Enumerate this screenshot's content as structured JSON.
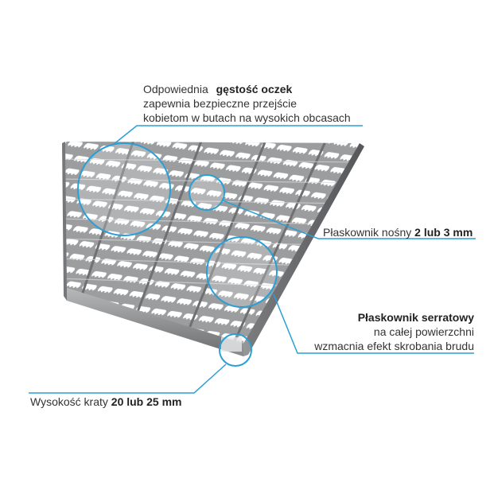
{
  "callouts": {
    "mesh_density": {
      "line1_normal": "Odpowiednia",
      "line1_bold": "gęstość oczek",
      "line2": "zapewnia bezpieczne przejście",
      "line3": "kobietom w butach na wysokich obcasach"
    },
    "bearing_bar": {
      "normal": "Płaskownik nośny",
      "bold": "2 lub 3 mm"
    },
    "serrated_bar": {
      "bold": "Płaskownik serratowy",
      "line2": "na całej powierzchni",
      "line3": "wzmacnia efekt skrobania brudu"
    },
    "grating_height": {
      "normal": "Wysokość kraty",
      "bold": "20 lub 25 mm"
    }
  },
  "colors": {
    "accent_line": "#2a9fd6",
    "text": "#333333",
    "metal_light": "#c9cbcd",
    "metal_mid": "#9a9c9e",
    "metal_dark": "#5c5e60"
  }
}
